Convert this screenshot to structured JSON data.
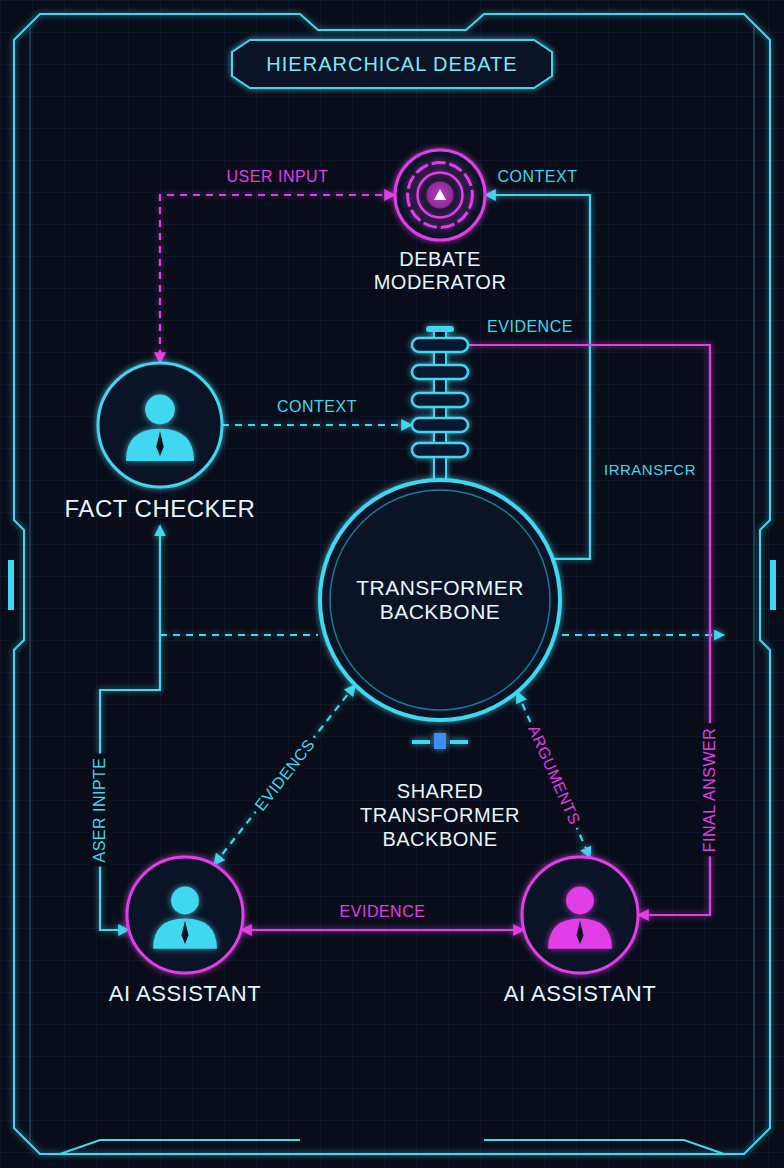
{
  "diagram": {
    "title": "HIERARCHICAL DEBATE",
    "nodes": [
      {
        "text": [
          "DEBATE MODERATOR"
        ]
      },
      {
        "text": [
          "FACT CHECKER"
        ]
      },
      {
        "text": [
          "TRANSFORMER BACKBONE"
        ]
      },
      {
        "text": [
          "AI ASSISTANT"
        ]
      },
      {
        "text": [
          "AI ASSISTANT"
        ]
      }
    ],
    "edges": [
      {
        "from": 0,
        "to": 1,
        "label": "USER INPUT",
        "arrow": "both"
      },
      {
        "from": 1,
        "to": 2,
        "label": "CONTEXT",
        "arrow": "to"
      },
      {
        "from": 2,
        "to": 0,
        "label": "CONTEXT",
        "arrow": "to"
      },
      {
        "from": 2,
        "to": 4,
        "label": "FINAL ANSWER",
        "arrow": "to"
      },
      {
        "from": 2,
        "to": 3,
        "label": "EVIDENCS",
        "arrow": "both"
      },
      {
        "from": 2,
        "to": 4,
        "label": "ARGUMENTS",
        "arrow": "both"
      },
      {
        "from": 3,
        "to": 4,
        "label": "EVIDENCE",
        "arrow": "both"
      },
      {
        "from": 1,
        "to": 3,
        "label": "ASER INIPTE",
        "arrow": "both"
      }
    ],
    "labels": [
      "EVIDENCE",
      "IRRANSFCR",
      "SHARED TRANSFORMER BACKBONE"
    ]
  }
}
